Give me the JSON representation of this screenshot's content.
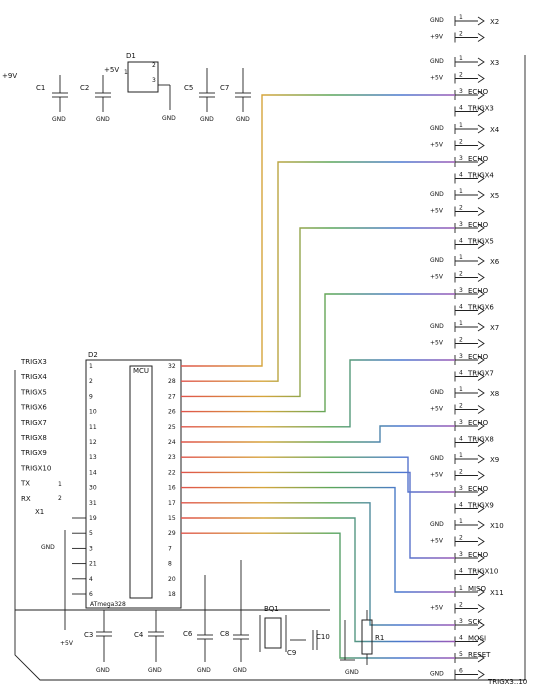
{
  "power": {
    "input_label": "+9V",
    "reg_out_label": "+5V",
    "d1": "D1",
    "d1_pins": [
      "1",
      "2",
      "3"
    ],
    "gnd_labels": [
      "GND",
      "GND",
      "GND",
      "GND",
      "GND"
    ],
    "caps": [
      "C1",
      "C2",
      "C5",
      "C7"
    ]
  },
  "mcu": {
    "ref": "D2",
    "title": "MCU",
    "part": "ATmega328",
    "left_pins": [
      {
        "num": "1",
        "net": "TRIGX3"
      },
      {
        "num": "2",
        "net": "TRIGX4"
      },
      {
        "num": "9",
        "net": "TRIGX5"
      },
      {
        "num": "10",
        "net": "TRIGX6"
      },
      {
        "num": "11",
        "net": "TRIGX7"
      },
      {
        "num": "12",
        "net": "TRIGX8"
      },
      {
        "num": "13",
        "net": "TRIGX9"
      },
      {
        "num": "14",
        "net": "TRIGX10"
      },
      {
        "num": "30",
        "net": "TX"
      },
      {
        "num": "31",
        "net": "RX"
      },
      {
        "num": "19",
        "net": ""
      },
      {
        "num": "5",
        "net": ""
      },
      {
        "num": "3",
        "net": ""
      },
      {
        "num": "21",
        "net": ""
      },
      {
        "num": "4",
        "net": ""
      },
      {
        "num": "6",
        "net": ""
      }
    ],
    "right_pins": [
      "32",
      "28",
      "27",
      "26",
      "25",
      "24",
      "23",
      "22",
      "16",
      "17",
      "15",
      "29",
      "7",
      "8",
      "20",
      "18"
    ],
    "x1_ref": "X1",
    "x1_pins": [
      "1",
      "2"
    ],
    "gnd": "GND",
    "vcc": "+5V"
  },
  "bottom": {
    "caps": [
      "C3",
      "C4",
      "C6",
      "C8",
      "C9",
      "C10"
    ],
    "crystal": "BQ1",
    "resistor": "R1",
    "gnd_labels": [
      "GND",
      "GND",
      "GND",
      "GND",
      "GND"
    ]
  },
  "connectors": [
    {
      "ref": "X2",
      "rows": [
        {
          "num": "1",
          "left": "GND",
          "right": ""
        },
        {
          "num": "2",
          "left": "+9V",
          "right": ""
        }
      ]
    },
    {
      "ref": "X3",
      "rows": [
        {
          "num": "1",
          "left": "GND",
          "right": ""
        },
        {
          "num": "2",
          "left": "+5V",
          "right": ""
        },
        {
          "num": "3",
          "left": "",
          "right": "ECHO"
        },
        {
          "num": "4",
          "left": "",
          "right": "TRIGX3"
        }
      ]
    },
    {
      "ref": "X4",
      "rows": [
        {
          "num": "1",
          "left": "GND",
          "right": ""
        },
        {
          "num": "2",
          "left": "+5V",
          "right": ""
        },
        {
          "num": "3",
          "left": "",
          "right": "ECHO"
        },
        {
          "num": "4",
          "left": "",
          "right": "TRIGX4"
        }
      ]
    },
    {
      "ref": "X5",
      "rows": [
        {
          "num": "1",
          "left": "GND",
          "right": ""
        },
        {
          "num": "2",
          "left": "+5V",
          "right": ""
        },
        {
          "num": "3",
          "left": "",
          "right": "ECHO"
        },
        {
          "num": "4",
          "left": "",
          "right": "TRIGX5"
        }
      ]
    },
    {
      "ref": "X6",
      "rows": [
        {
          "num": "1",
          "left": "GND",
          "right": ""
        },
        {
          "num": "2",
          "left": "+5V",
          "right": ""
        },
        {
          "num": "3",
          "left": "",
          "right": "ECHO"
        },
        {
          "num": "4",
          "left": "",
          "right": "TRIGX6"
        }
      ]
    },
    {
      "ref": "X7",
      "rows": [
        {
          "num": "1",
          "left": "GND",
          "right": ""
        },
        {
          "num": "2",
          "left": "+5V",
          "right": ""
        },
        {
          "num": "3",
          "left": "",
          "right": "ECHO"
        },
        {
          "num": "4",
          "left": "",
          "right": "TRIGX7"
        }
      ]
    },
    {
      "ref": "X8",
      "rows": [
        {
          "num": "1",
          "left": "GND",
          "right": ""
        },
        {
          "num": "2",
          "left": "+5V",
          "right": ""
        },
        {
          "num": "3",
          "left": "",
          "right": "ECHO"
        },
        {
          "num": "4",
          "left": "",
          "right": "TRIGX8"
        }
      ]
    },
    {
      "ref": "X9",
      "rows": [
        {
          "num": "1",
          "left": "GND",
          "right": ""
        },
        {
          "num": "2",
          "left": "+5V",
          "right": ""
        },
        {
          "num": "3",
          "left": "",
          "right": "ECHO"
        },
        {
          "num": "4",
          "left": "",
          "right": "TRIGX9"
        }
      ]
    },
    {
      "ref": "X10",
      "rows": [
        {
          "num": "1",
          "left": "GND",
          "right": ""
        },
        {
          "num": "2",
          "left": "+5V",
          "right": ""
        },
        {
          "num": "3",
          "left": "",
          "right": "ECHO"
        },
        {
          "num": "4",
          "left": "",
          "right": "TRIGX10"
        }
      ]
    },
    {
      "ref": "X11",
      "rows": [
        {
          "num": "1",
          "left": "",
          "right": "MISO"
        },
        {
          "num": "2",
          "left": "+5V",
          "right": ""
        },
        {
          "num": "3",
          "left": "",
          "right": "SCK"
        },
        {
          "num": "4",
          "left": "",
          "right": "MOSI"
        },
        {
          "num": "5",
          "left": "",
          "right": "RESET"
        },
        {
          "num": "6",
          "left": "GND",
          "right": ""
        }
      ]
    }
  ],
  "footer": {
    "label": "TRIGX3..10"
  }
}
